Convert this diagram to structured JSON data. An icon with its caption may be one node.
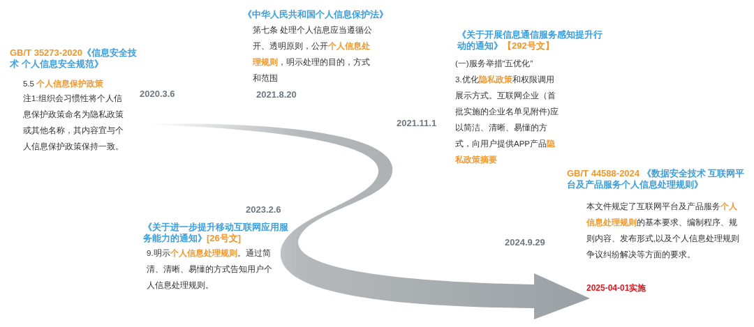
{
  "diagram": {
    "labels": [
      "**GB/T 35273-2020**《信息安全技术 个人信息安全规范》",
      "5.5 **个人信息保护政策**",
      "注1:组织会习惯性将个人信息保护政策命名为隐私政策或其他名称，其内容宜与个人信息保护政策保持一致。",
      "2020.3.6",
      "《中华人民共和国个人信息保护法》",
      "第七条  处理个人信息应当遵循公开、透明原则，公开**个人信息处理规则**，明示处理的目的，方式和范围",
      "2021.8.20",
      "《关于开展信息通信服务感知提升行动的通知》**【292号文】**",
      "(一)服务举措“五优化”",
      "3.优化**隐私政策**和权限调用展示方式。互联网企业（首批实施的企业名单见附件)应以简洁、清晰、易懂的方式，向用户提供APP产品**隐私政策摘要**",
      "2021.11.1",
      "2023.2.6",
      "《关于进一步提升移动互联网应用服务能力的通知》**[26号文]**",
      "9.明示**个人信息处理规则**。通过简清、清晰、易懂的方式告知用户个人信息处理规则。",
      "2024.9.29",
      "**GB/T 44588-2024** 《数据安全技术 互联网平台及产品服务个人信息处理规则》",
      "本文件规定了互联网平台及产品服务**个人信息处理规则**的基本要求、编制程序、规则内容、发布形式,以及个人信息处理规则争议纠纷解决等方面的要求。",
      "2025-04-01实施"
    ]
  }
}
